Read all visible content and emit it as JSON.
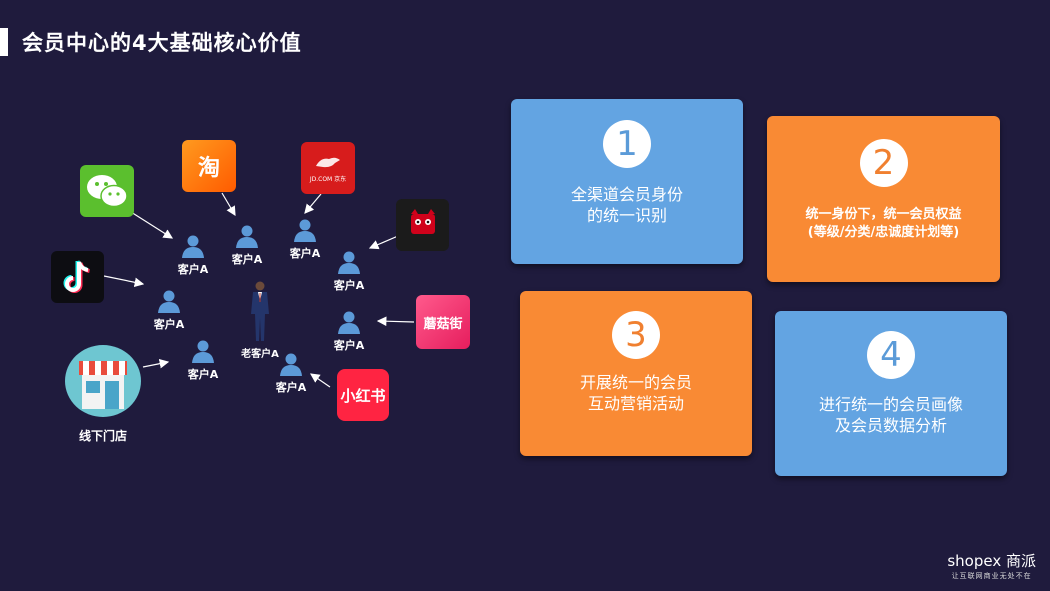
{
  "slide": {
    "title": "会员中心的4大基础核心价值"
  },
  "diagram": {
    "center_label": "老客户A",
    "customer_label": "客户A",
    "store_label": "线下门店",
    "channels": {
      "taobao": "淘",
      "jd": "JD.COM 京东",
      "mogujie": "蘑菇街",
      "xiaohongshu": "小红书"
    }
  },
  "cards": [
    {
      "number": "1",
      "text": "全渠道会员身份\n的统一识别"
    },
    {
      "number": "2",
      "text": "统一身份下，统一会员权益\n(等级/分类/忠诚度计划等)"
    },
    {
      "number": "3",
      "text": "开展统一的会员\n互动营销活动"
    },
    {
      "number": "4",
      "text": "进行统一的会员画像\n及会员数据分析"
    }
  ],
  "logo": {
    "brand": "shopex 商派",
    "slogan": "让互联网商业无处不在"
  },
  "colors": {
    "background": "#1f1b3d",
    "blue_card": "#63a4e2",
    "orange_card": "#f98a34"
  }
}
